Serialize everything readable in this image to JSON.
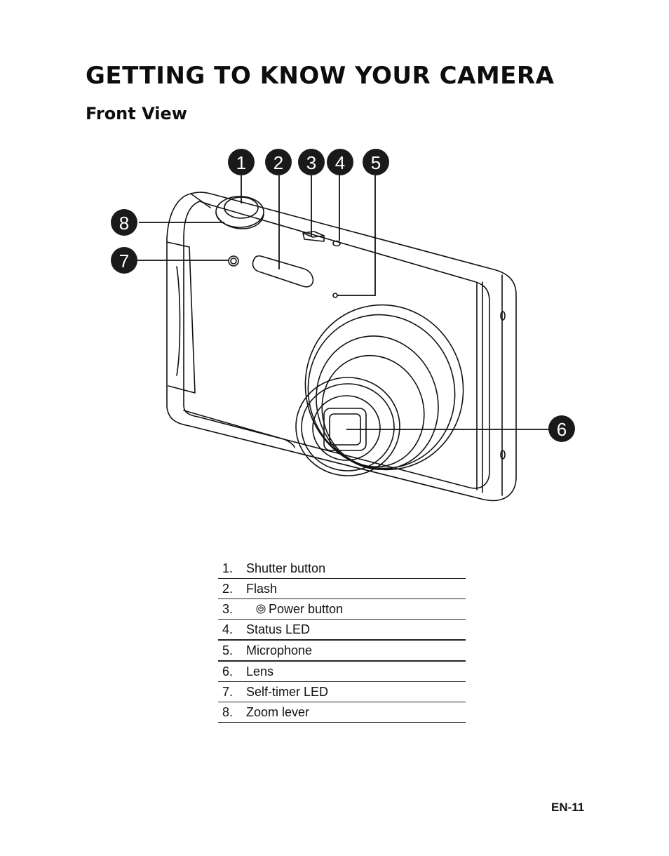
{
  "page": {
    "title": "GETTING TO KNOW YOUR CAMERA",
    "section": "Front View",
    "page_number": "EN-11"
  },
  "figure": {
    "callouts": [
      "1",
      "2",
      "3",
      "4",
      "5",
      "6",
      "7",
      "8"
    ]
  },
  "parts": [
    {
      "num": "1.",
      "label": "Shutter button"
    },
    {
      "num": "2.",
      "label": "Flash"
    },
    {
      "num": "3.",
      "label": "Power button",
      "icon": "power-icon"
    },
    {
      "num": "4.",
      "label": "Status LED"
    },
    {
      "num": "5.",
      "label": "Microphone"
    },
    {
      "num": "6.",
      "label": "Lens"
    },
    {
      "num": "7.",
      "label": "Self-timer LED"
    },
    {
      "num": "8.",
      "label": "Zoom lever"
    }
  ]
}
